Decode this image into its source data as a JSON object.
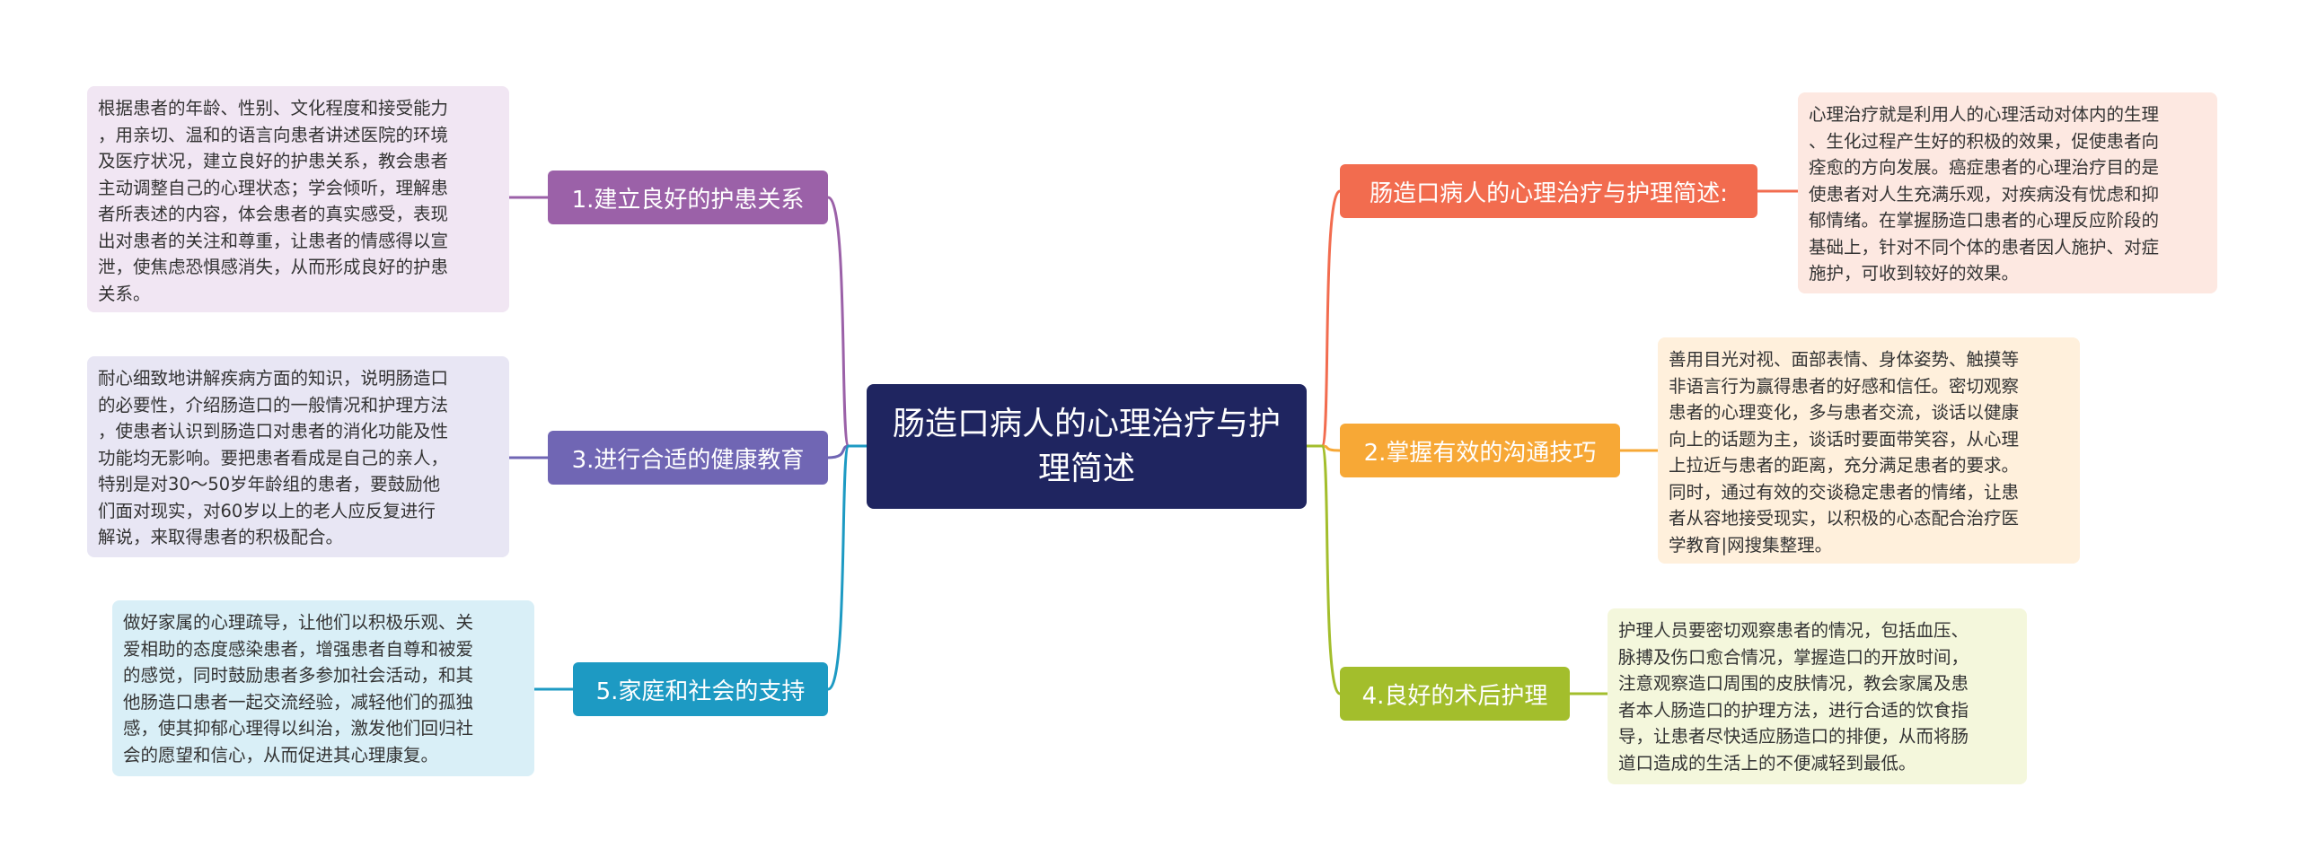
{
  "center": {
    "title": "肠造口病人的心理治疗与护理简述",
    "color": "#1f2560"
  },
  "branches": {
    "bond": {
      "label": "1.建立良好的护患关系",
      "color": "#9b61a8",
      "text": [
        "根据患者的年龄、性别、文化程度和接受能力",
        "，用亲切、温和的语言向患者讲述医院的环境",
        "及医疗状况，建立良好的护患关系，教会患者",
        "主动调整自己的心理状态；学会倾听，理解患",
        "者所表述的内容，体会患者的真实感受，表现",
        "出对患者的关注和尊重，让患者的情感得以宣",
        "泄，使焦虑恐惧感消失，从而形成良好的护患",
        "关系。"
      ]
    },
    "edu": {
      "label": "3.进行合适的健康教育",
      "color": "#7066b4",
      "text": [
        "耐心细致地讲解疾病方面的知识，说明肠造口",
        "的必要性，介绍肠造口的一般情况和护理方法",
        "，使患者认识到肠造口对患者的消化功能及性",
        "功能均无影响。要把患者看成是自己的亲人，",
        "特别是对30～50岁年龄组的患者，要鼓励他",
        "们面对现实，对60岁以上的老人应反复进行",
        "解说，来取得患者的积极配合。"
      ]
    },
    "social": {
      "label": "5.家庭和社会的支持",
      "color": "#1d9ac3",
      "text": [
        "做好家属的心理疏导，让他们以积极乐观、关",
        "爱相助的态度感染患者，增强患者自尊和被爱",
        "的感觉，同时鼓励患者多参加社会活动，和其",
        "他肠造口患者一起交流经验，减轻他们的孤独",
        "感，使其抑郁心理得以纠治，激发他们回归社",
        "会的愿望和信心，从而促进其心理康复。"
      ]
    },
    "summary": {
      "label": "肠造口病人的心理治疗与护理简述:",
      "color": "#f26c4f",
      "text": [
        "心理治疗就是利用人的心理活动对体内的生理",
        "、生化过程产生好的积极的效果，促使患者向",
        "痊愈的方向发展。癌症患者的心理治疗目的是",
        "使患者对人生充满乐观，对疾病没有忧虑和抑",
        "郁情绪。在掌握肠造口患者的心理反应阶段的",
        "基础上，针对不同个体的患者因人施护、对症",
        "施护，可收到较好的效果。"
      ]
    },
    "comm": {
      "label": "2.掌握有效的沟通技巧",
      "color": "#f7a836",
      "text": [
        "善用目光对视、面部表情、身体姿势、触摸等",
        "非语言行为赢得患者的好感和信任。密切观察",
        "患者的心理变化，多与患者交流，谈话以健康",
        "向上的话题为主，谈话时要面带笑容，从心理",
        "上拉近与患者的距离，充分满足患者的要求。",
        "同时，通过有效的交谈稳定患者的情绪，让患",
        "者从容地接受现实，以积极的心态配合治疗医",
        "学教育|网搜集整理。"
      ]
    },
    "care": {
      "label": "4.良好的术后护理",
      "color": "#a3be2c",
      "text": [
        "护理人员要密切观察患者的情况，包括血压、",
        "脉搏及伤口愈合情况，掌握造口的开放时间，",
        "注意观察造口周围的皮肤情况，教会家属及患",
        "者本人肠造口的护理方法，进行合适的饮食指",
        "导，让患者尽快适应肠造口的排便，从而将肠",
        "道口造成的生活上的不便减轻到最低。"
      ]
    }
  }
}
